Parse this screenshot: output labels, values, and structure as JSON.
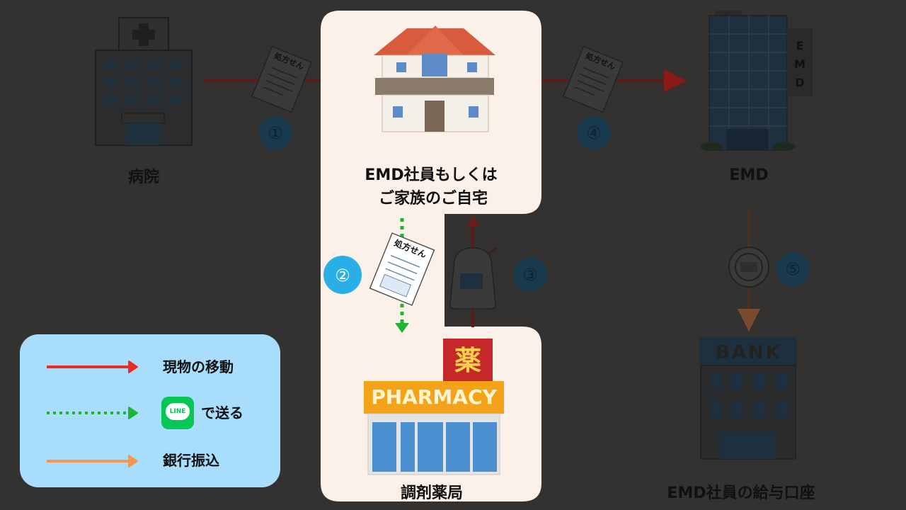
{
  "nodes": {
    "hospital": {
      "label": "病院"
    },
    "home": {
      "label_line1": "EMD社員もしくは",
      "label_line2": "ご家族のご自宅"
    },
    "emd": {
      "label": "EMD",
      "sign": [
        "E",
        "M",
        "D"
      ]
    },
    "pharmacy": {
      "label": "調剤薬局",
      "sign": "PHARMACY",
      "kanji_sign": "薬"
    },
    "bank": {
      "label": "EMD社員の給与口座",
      "sign": "BANK"
    }
  },
  "documents": {
    "prescription_text": "処方せん"
  },
  "steps": {
    "s1": "①",
    "s2": "②",
    "s3": "③",
    "s4": "④",
    "s5": "⑤"
  },
  "legend": {
    "physical": "現物の移動",
    "line_send": "で送る",
    "line_badge": "LINE",
    "bank_transfer": "銀行振込"
  },
  "colors": {
    "physical_arrow": "#ee2a24",
    "line_arrow": "#1fb532",
    "bank_arrow": "#f5964f",
    "highlight_bg": "#fbf1e8",
    "legend_bg": "#a8ddfb",
    "step_circle": "#29aee6"
  }
}
